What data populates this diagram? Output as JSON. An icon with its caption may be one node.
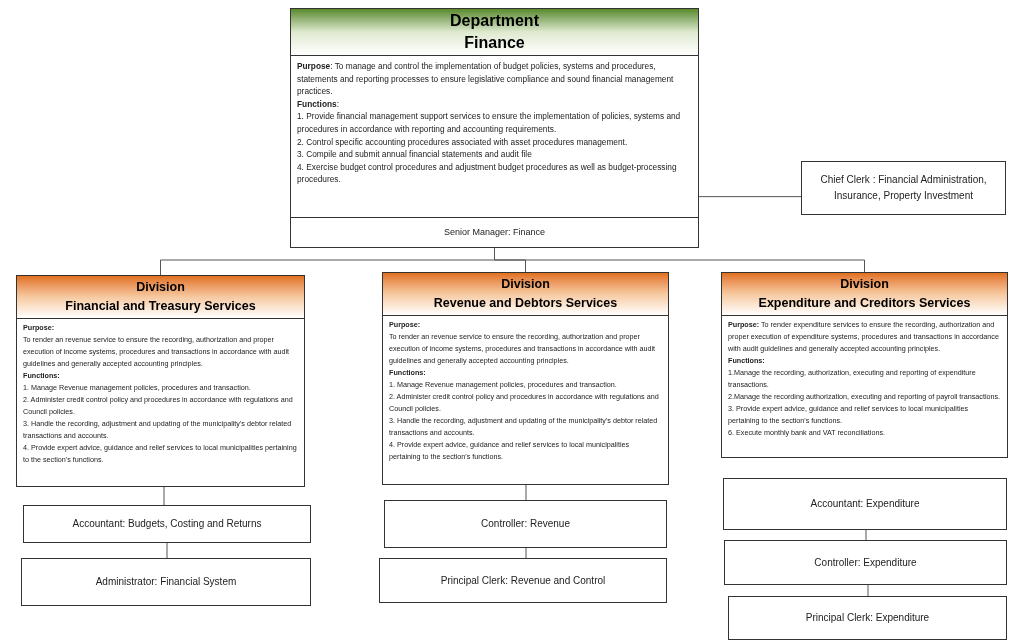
{
  "diagram": {
    "nodes": [
      {
        "text": [
          "Department",
          "Finance",
          "**Purpose**: To manage and control the implementation of budget policies, systems and procedures, statements and reporting processes to ensure legislative compliance and sound financial management practices.",
          "**Functions**:",
          "1. Provide financial management support services to ensure the implementation of policies, systems and procedures in accordance with reporting and accounting requirements.",
          "2. Control specific accounting procedures associated with asset procedures management.",
          "3. Compile and submit annual financial statements and audit file",
          "4. Exercise budget control procedures and adjustment budget procedures as well as budget-processing procedures.",
          "Senior Manager: Finance"
        ]
      },
      {
        "text": [
          "Chief Clerk : Financial Administration, Insurance, Property Investment"
        ]
      },
      {
        "text": [
          "Division",
          "Financial and Treasury Services",
          "Purpose:",
          "To render an revenue service to ensure the recording, authorization and proper execution of income systems, procedures and transactions in accordance with audit guidelines and generally accepted accounting principles.",
          "Functions:",
          "1. Manage Revenue management policies, procedures and transaction.",
          "2. Administer credit control policy and procedures in accordance with regulations and Council policies.",
          "3.  Handle the recording, adjustment and updating of the municipality's debtor related transactions and accounts.",
          "4.  Provide expert advice, guidance and relief services to local municipalities pertaining to the section's functions."
        ]
      },
      {
        "text": [
          "Division",
          "Revenue and Debtors Services",
          "Purpose:",
          "To render an revenue service to ensure the recording, authorization and proper execution of income systems, procedures and transactions in accordance with audit guidelines and generally accepted accounting principles.",
          "Functions:",
          "1. Manage Revenue management policies, procedures and transaction.",
          "2. Administer credit control policy and procedures in accordance with regulations and Council policies.",
          "3.  Handle the recording, adjustment and updating of the municipality's debtor related transactions and accounts.",
          "4.  Provide expert advice, guidance and relief services to local municipalities pertaining to the section's functions."
        ]
      },
      {
        "text": [
          "Division",
          "Expenditure and Creditors Services",
          "**Purpose:** To render expenditure services to ensure the recording, authorization and proper execution of expenditure systems, procedures and transactions in accordance with audit guidelines and generally accepted accounting principles.",
          "Functions:",
          "1.Manage the recording, authorization, executing and reporting of expenditure transactions.",
          "2.Manage the recording authorization, executing and reporting of payroll transactions.",
          "3. Provide expert advice, guidance and relief services to local municipalities pertaining to the section's functions.",
          "6.  Execute monthly bank and VAT reconciliations."
        ]
      },
      {
        "text": [
          "Accountant:  Budgets, Costing and Returns"
        ]
      },
      {
        "text": [
          "Administrator: Financial System"
        ]
      },
      {
        "text": [
          "Controller: Revenue"
        ]
      },
      {
        "text": [
          "Principal Clerk: Revenue and Control"
        ]
      },
      {
        "text": [
          "Accountant: Expenditure"
        ]
      },
      {
        "text": [
          "Controller: Expenditure"
        ]
      },
      {
        "text": [
          "Principal Clerk: Expenditure"
        ]
      }
    ],
    "edges": [
      {
        "from": 0,
        "to": 1,
        "arrow": "none"
      },
      {
        "from": 0,
        "to": 2,
        "arrow": "none"
      },
      {
        "from": 0,
        "to": 3,
        "arrow": "none"
      },
      {
        "from": 0,
        "to": 4,
        "arrow": "none"
      },
      {
        "from": 2,
        "to": 5,
        "arrow": "none"
      },
      {
        "from": 5,
        "to": 6,
        "arrow": "none"
      },
      {
        "from": 3,
        "to": 7,
        "arrow": "none"
      },
      {
        "from": 7,
        "to": 8,
        "arrow": "none"
      },
      {
        "from": 9,
        "to": 10,
        "arrow": "none"
      },
      {
        "from": 10,
        "to": 11,
        "arrow": "none"
      }
    ]
  }
}
